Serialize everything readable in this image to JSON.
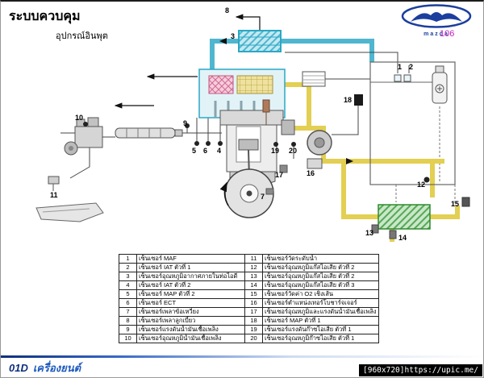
{
  "header": {
    "title": "ระบบควบคุม",
    "subtitle": "อุปกรณ์อินพุต",
    "page_number": "106",
    "logo_text": "mazda"
  },
  "diagram": {
    "labels": [
      "1",
      "2",
      "3",
      "4",
      "5",
      "6",
      "7",
      "8",
      "9",
      "10",
      "11",
      "12",
      "13",
      "14",
      "15",
      "16",
      "17",
      "18",
      "19",
      "20"
    ]
  },
  "table": {
    "rows": [
      {
        "n1": "1",
        "d1": "เซ็นเซอร์ MAF",
        "n2": "11",
        "d2": "เซ็นเซอร์วัดระดับน้ำ"
      },
      {
        "n1": "2",
        "d1": "เซ็นเซอร์ IAT ตัวที่ 1",
        "n2": "12",
        "d2": "เซ็นเซอร์อุณหภูมิแก๊สไอเสีย ตัวที่ 2"
      },
      {
        "n1": "3",
        "d1": "เซ็นเซอร์อุณหภูมิอากาศภายในท่อไอดี",
        "n2": "13",
        "d2": "เซ็นเซอร์อุณหภูมิแก๊สไอเสีย ตัวที่ 2"
      },
      {
        "n1": "4",
        "d1": "เซ็นเซอร์ IAT ตัวที่ 2",
        "n2": "14",
        "d2": "เซ็นเซอร์อุณหภูมิแก๊สไอเสีย ตัวที่ 3"
      },
      {
        "n1": "5",
        "d1": "เซ็นเซอร์ MAP ตัวที่ 2",
        "n2": "15",
        "d2": "เซ็นเซอร์วัดค่า O2 เชิงเส้น"
      },
      {
        "n1": "6",
        "d1": "เซ็นเซอร์ ECT",
        "n2": "16",
        "d2": "เซ็นเซอร์ตำแหน่งเทอร์โบชาร์จเจอร์"
      },
      {
        "n1": "7",
        "d1": "เซ็นเซอร์เพลาข้อเหวี่ยง",
        "n2": "17",
        "d2": "เซ็นเซอร์อุณหภูมิและแรงดันน้ำมันเชื้อเพลิง"
      },
      {
        "n1": "8",
        "d1": "เซ็นเซอร์เพลาลูกเบี้ยว",
        "n2": "18",
        "d2": "เซ็นเซอร์ MAP ตัวที่ 1"
      },
      {
        "n1": "9",
        "d1": "เซ็นเซอร์แรงดันน้ำมันเชื้อเพลิง",
        "n2": "19",
        "d2": "เซ็นเซอร์แรงดันก๊าซไอเสีย ตัวที่ 1"
      },
      {
        "n1": "10",
        "d1": "เซ็นเซอร์อุณหภูมิน้ำมันเชื้อเพลิง",
        "n2": "20",
        "d2": "เซ็นเซอร์อุณหภูมิก๊าซไอเสีย ตัวที่ 1"
      }
    ]
  },
  "footer": {
    "section_code": "01D",
    "section_name": "เครื่องยนต์",
    "watermark": "[960x720]https://upic.me/"
  },
  "colors": {
    "intake_pipe": "#4fb6cf",
    "exhaust_pipe": "#e3cf52",
    "egr_cooler_green": "#58a858",
    "page_number_magenta": "#c220c2",
    "footer_blue": "#1f5bbf",
    "logo_blue": "#1b3f9e"
  }
}
